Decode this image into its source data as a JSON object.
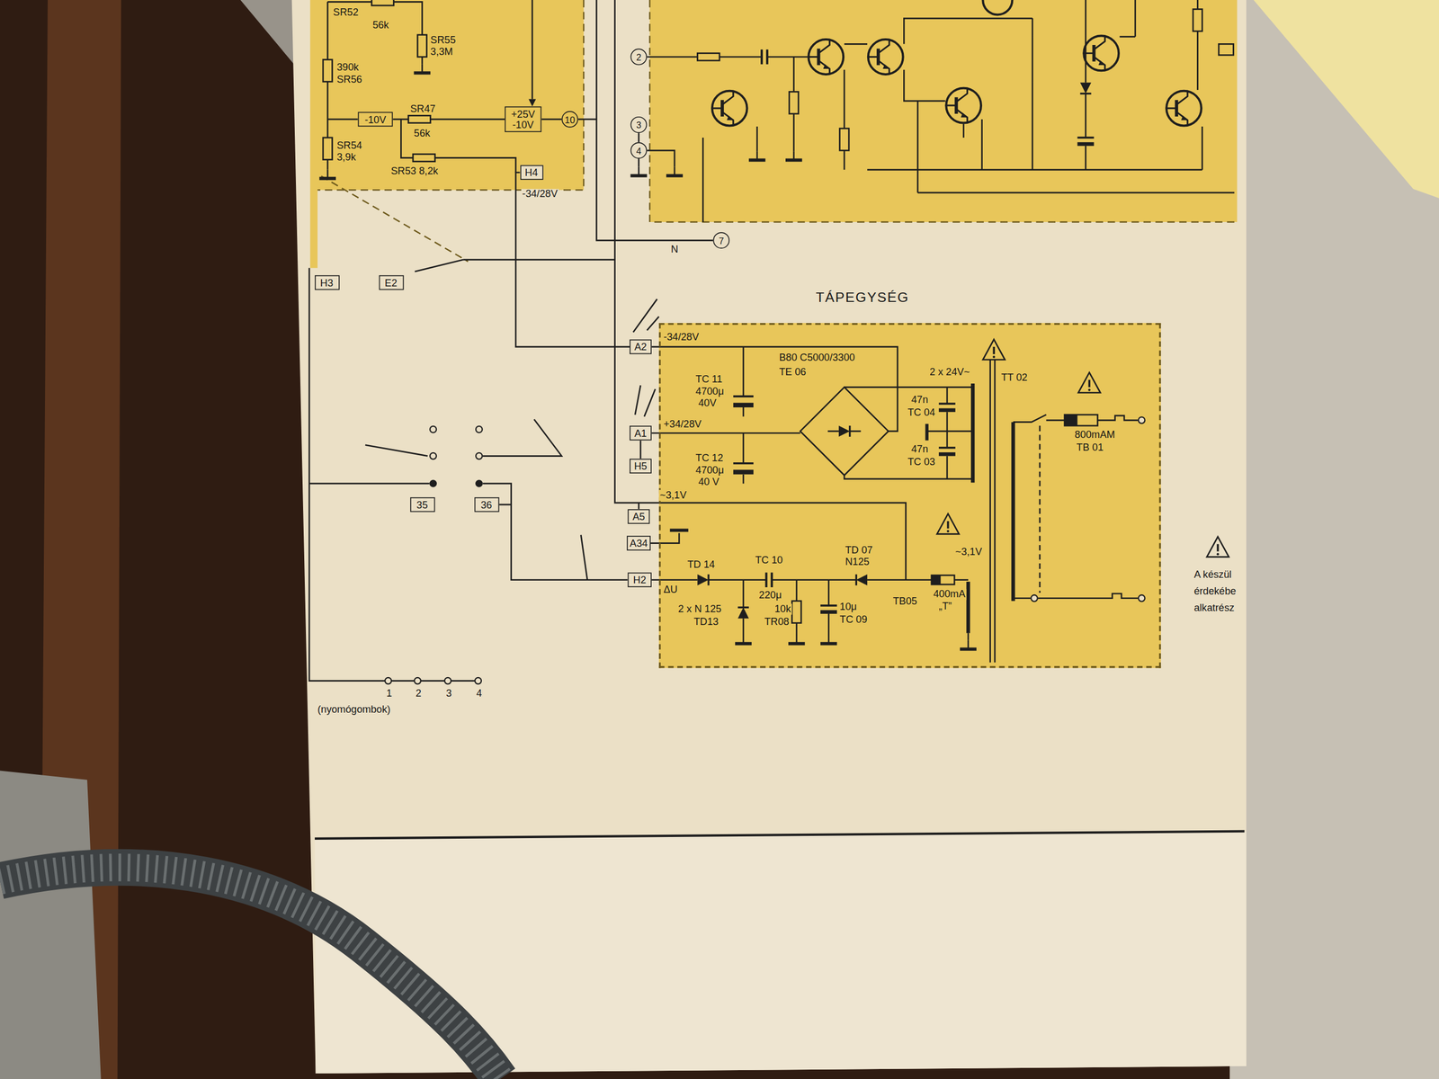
{
  "diagram": {
    "nodes": [
      {
        "text": [
          "TÁPEGYSÉG"
        ]
      },
      {
        "text": [
          "-10V"
        ]
      },
      {
        "text": [
          "+25V -10V"
        ]
      },
      {
        "text": [
          "10"
        ]
      },
      {
        "text": [
          "H4"
        ]
      },
      {
        "text": [
          "2"
        ]
      },
      {
        "text": [
          "3"
        ]
      },
      {
        "text": [
          "4"
        ]
      },
      {
        "text": [
          "7"
        ]
      },
      {
        "text": [
          "H3"
        ]
      },
      {
        "text": [
          "E2"
        ]
      },
      {
        "text": [
          "A2"
        ]
      },
      {
        "text": [
          "A1"
        ]
      },
      {
        "text": [
          "H5"
        ]
      },
      {
        "text": [
          "A5"
        ]
      },
      {
        "text": [
          "A34"
        ]
      },
      {
        "text": [
          "H2"
        ]
      },
      {
        "text": [
          "35"
        ]
      },
      {
        "text": [
          "36"
        ]
      }
    ],
    "edges": [
      {
        "from": 4,
        "to": 11,
        "arrow": "none"
      },
      {
        "from": 2,
        "to": 3,
        "arrow": "none"
      },
      {
        "from": 6,
        "to": 7,
        "arrow": "none"
      },
      {
        "from": 12,
        "to": 13,
        "arrow": "none"
      },
      {
        "from": 18,
        "to": 16,
        "arrow": "none"
      }
    ],
    "labels": [
      "SR52",
      "56k",
      "SR55",
      "3,3M",
      "390k",
      "SR56",
      "SR47",
      "56k",
      "SR54",
      "3,9k",
      "SR53 8,2k",
      "-34/28V",
      "N",
      "-34/28V",
      "B80 C5000/3300",
      "TE 06",
      "TC 11",
      "4700μ",
      "40V",
      "+34/28V",
      "TC 12",
      "4700μ",
      "40 V",
      "2 x 24V~",
      "47n",
      "TC 04",
      "47n",
      "TC 03",
      "TT 02",
      "800mAM",
      "TB 01",
      "~3,1V",
      "ΔU",
      "TD 14",
      "TC 10",
      "220μ",
      "TD 07",
      "N125",
      "~3,1V",
      "2 x N 125",
      "TD13",
      "10k",
      "TR08",
      "10μ",
      "TC 09",
      "TB05",
      "400mA",
      "„T”",
      "1",
      "2",
      "3",
      "4",
      "(nyomógombok)",
      "A készül",
      "érdekébe",
      "alkatrész"
    ]
  }
}
